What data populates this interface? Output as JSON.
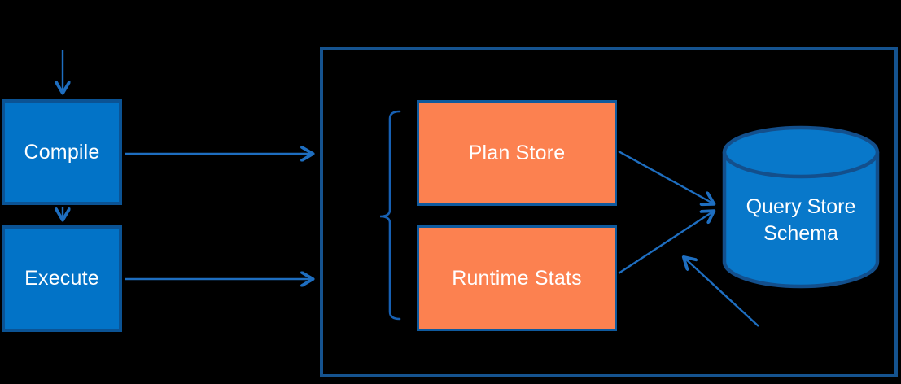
{
  "diagram": {
    "background_color": "#000000",
    "text_color": "#FFFFFF",
    "arrow_color": "#1E6EC0",
    "container": {
      "name": "query-store-container",
      "border_color": "#15538F"
    },
    "nodes": {
      "compile": {
        "label": "Compile",
        "shape": "rectangle",
        "fill": "#0273C7",
        "border": "#0B5394"
      },
      "execute": {
        "label": "Execute",
        "shape": "rectangle",
        "fill": "#0273C7",
        "border": "#0B5394"
      },
      "plan_store": {
        "label": "Plan Store",
        "shape": "rectangle",
        "fill": "#FC8150",
        "border": "#0F5A9E"
      },
      "runtime_stats": {
        "label": "Runtime Stats",
        "shape": "rectangle",
        "fill": "#FC8150",
        "border": "#0F5A9E"
      },
      "query_store_schema": {
        "label_line1": "Query Store",
        "label_line2": "Schema",
        "shape": "cylinder",
        "fill": "#0878CA",
        "border": "#134F8C"
      }
    },
    "bracket": {
      "type": "left-curly-brace",
      "color": "#1760B3",
      "groups": [
        "plan_store",
        "runtime_stats"
      ]
    },
    "connectors": [
      {
        "from": "offscreen-top",
        "to": "compile",
        "style": "arrow-down"
      },
      {
        "from": "compile",
        "to": "query-store-container",
        "style": "arrow-right"
      },
      {
        "from": "compile",
        "to": "execute",
        "style": "arrow-down"
      },
      {
        "from": "execute",
        "to": "query-store-container",
        "style": "arrow-right"
      },
      {
        "from": "plan_store",
        "to": "query_store_schema",
        "style": "arrow"
      },
      {
        "from": "runtime_stats",
        "to": "query_store_schema",
        "style": "arrow"
      },
      {
        "from": "offscreen-bottom-right",
        "to": "runtime_stats-to-schema-flow",
        "style": "annotation-arrow"
      }
    ]
  }
}
